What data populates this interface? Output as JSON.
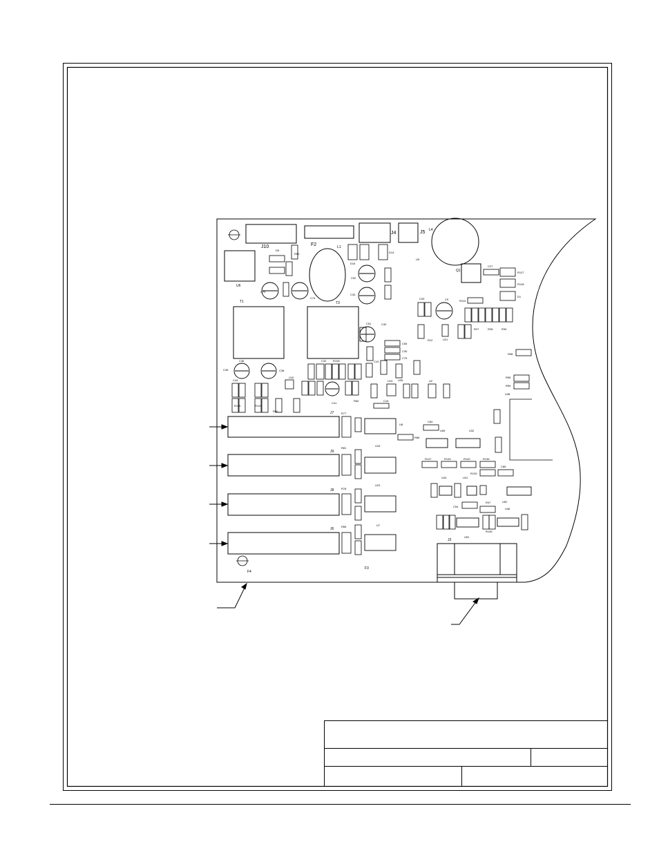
{
  "board": {
    "connectors": {
      "J10": "J10",
      "F2": "F2",
      "J4": "J4",
      "J5": "J5",
      "L4": "L4",
      "J7": "J7",
      "J9": "J9",
      "J8": "J8",
      "J6": "J6",
      "J3": "J3",
      "F3": "F3",
      "F4": "F4",
      "L1": "L1"
    },
    "transformers": {
      "T1": "T1",
      "T3": "T3"
    },
    "ics": {
      "U6": "U6",
      "U9": "U9",
      "U10": "U10",
      "U15": "U15",
      "U23": "U23",
      "U7": "U7",
      "U8": "U8",
      "U55": "U55",
      "U32": "U32",
      "U44": "U44",
      "U41": "U41",
      "U51": "U51",
      "U52": "U52",
      "U46": "U46",
      "U38": "U38",
      "U19": "U19",
      "U35": "U35",
      "U2": "U2",
      "U21": "U21"
    },
    "discretes": {
      "Q1": "Q1",
      "D1": "D1",
      "D5": "D5",
      "D14": "D14",
      "D15": "D15",
      "C27": "C27",
      "C30": "C30",
      "C32": "C32",
      "C33": "C33",
      "C35": "C35",
      "C36": "C36",
      "C38": "C38",
      "C40": "C40",
      "C41": "C41",
      "C44": "C44",
      "C51": "C51",
      "C52": "C52",
      "C54": "C54",
      "C65": "C65",
      "C70": "C70",
      "C74": "C74",
      "C75": "C75",
      "C93": "C93",
      "C10": "C10",
      "C19": "C19",
      "C9": "C9",
      "C84": "C84",
      "C85": "C85",
      "R12": "R12",
      "R27": "R27",
      "R28": "R28",
      "R39": "R39",
      "R47": "R47",
      "R50": "R50",
      "R55": "R55",
      "R59": "R59",
      "R60": "R60",
      "R66": "R66",
      "R77": "R77",
      "R78": "R78",
      "R81": "R81",
      "R86": "R86",
      "R90": "R90",
      "R105": "R105",
      "R113": "R113",
      "R119": "R119",
      "R120": "R120",
      "R130": "R130",
      "R136": "R136",
      "R140": "R140",
      "R145": "R145",
      "R147": "R147",
      "R149": "R149",
      "R98": "R98",
      "R127": "R127",
      "R128": "R128"
    }
  }
}
